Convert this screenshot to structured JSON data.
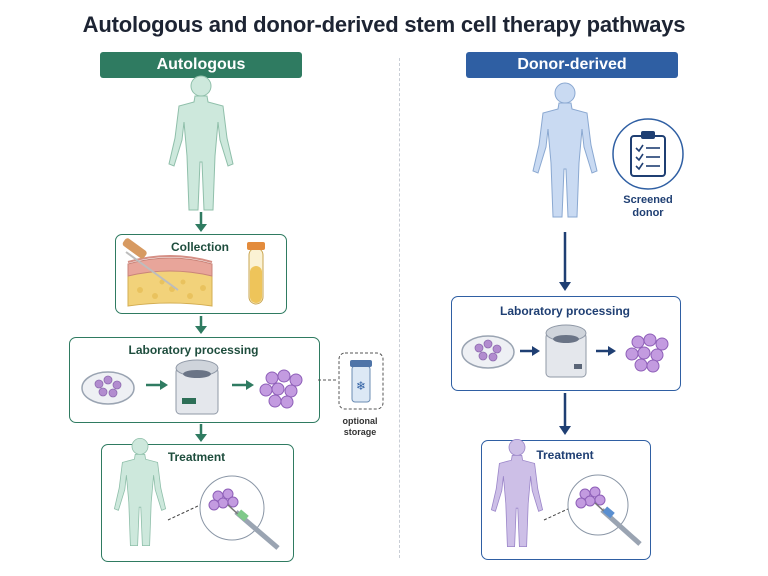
{
  "title": "Autologous and donor-derived stem cell therapy pathways",
  "autologous": {
    "header": "Autologous",
    "collection": "Collection",
    "lab": "Laboratory processing",
    "storage_line1": "optional",
    "storage_line2": "storage",
    "treatment": "Treatment"
  },
  "donor": {
    "header": "Donor-derived",
    "screened_line1": "Screened",
    "screened_line2": "donor",
    "lab": "Laboratory processing",
    "treatment": "Treatment"
  },
  "colors": {
    "autologous_accent": "#2f7b61",
    "donor_accent": "#2f5fa3"
  }
}
